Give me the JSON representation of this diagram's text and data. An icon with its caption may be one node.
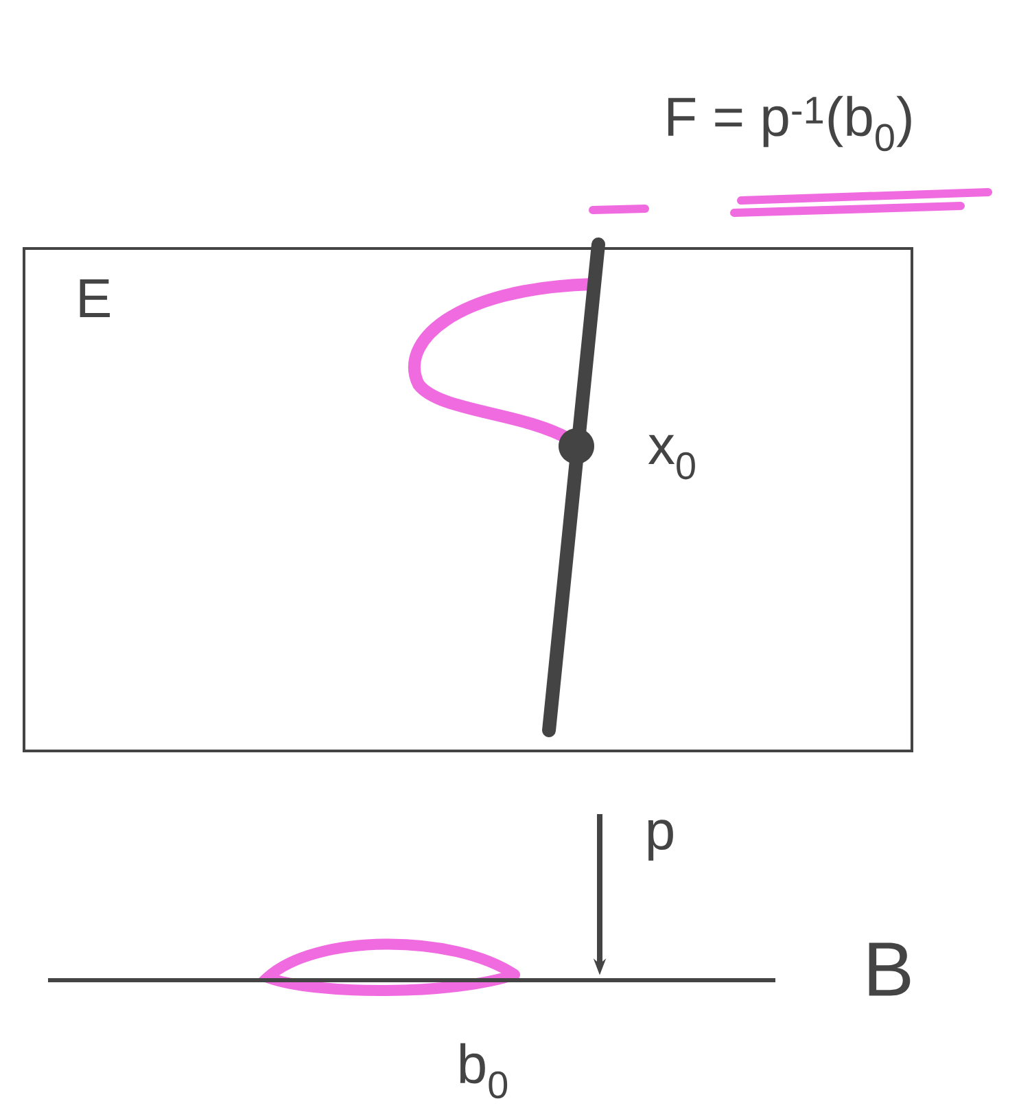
{
  "diagram": {
    "nodes": [
      {
        "text": [
          "E"
        ]
      },
      {
        "text": [],
        "shape": "line",
        "beside": [
          "B"
        ]
      },
      {
        "text": [],
        "shape": "line",
        "in": 0,
        "beside": [
          "x$_{0}$"
        ]
      }
    ],
    "edges": [
      {
        "from": 0,
        "to": 1,
        "arrow": "to",
        "label": "p"
      }
    ],
    "labels": [
      "F = p$^{-1}$(b$_{0}$)",
      "b$_{0}$"
    ]
  }
}
